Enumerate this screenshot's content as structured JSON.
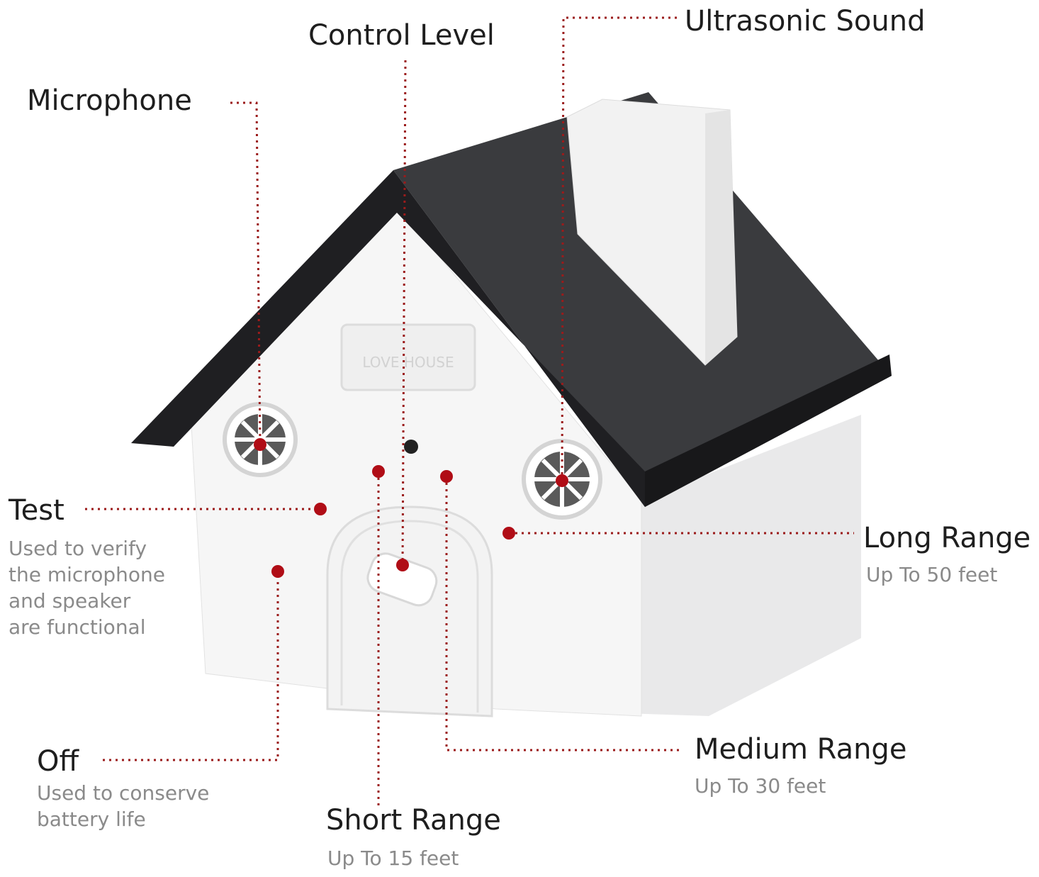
{
  "product_plaque": "LOVE HOUSE",
  "line_color": "#9b1b1b",
  "dot_color": "#b00d16",
  "callouts": {
    "microphone": {
      "label": "Microphone"
    },
    "control_level": {
      "label": "Control Level"
    },
    "ultrasonic_sound": {
      "label": "Ultrasonic Sound"
    },
    "test": {
      "label": "Test",
      "description": [
        "Used to verify",
        "the microphone",
        "and speaker",
        "are functional"
      ]
    },
    "off": {
      "label": "Off",
      "description": [
        "Used to conserve",
        "battery life"
      ]
    },
    "short_range": {
      "label": "Short Range",
      "description": [
        "Up To 15 feet"
      ]
    },
    "medium_range": {
      "label": "Medium Range",
      "description": [
        "Up To 30 feet"
      ]
    },
    "long_range": {
      "label": "Long Range",
      "description": [
        "Up To 50 feet"
      ]
    }
  }
}
